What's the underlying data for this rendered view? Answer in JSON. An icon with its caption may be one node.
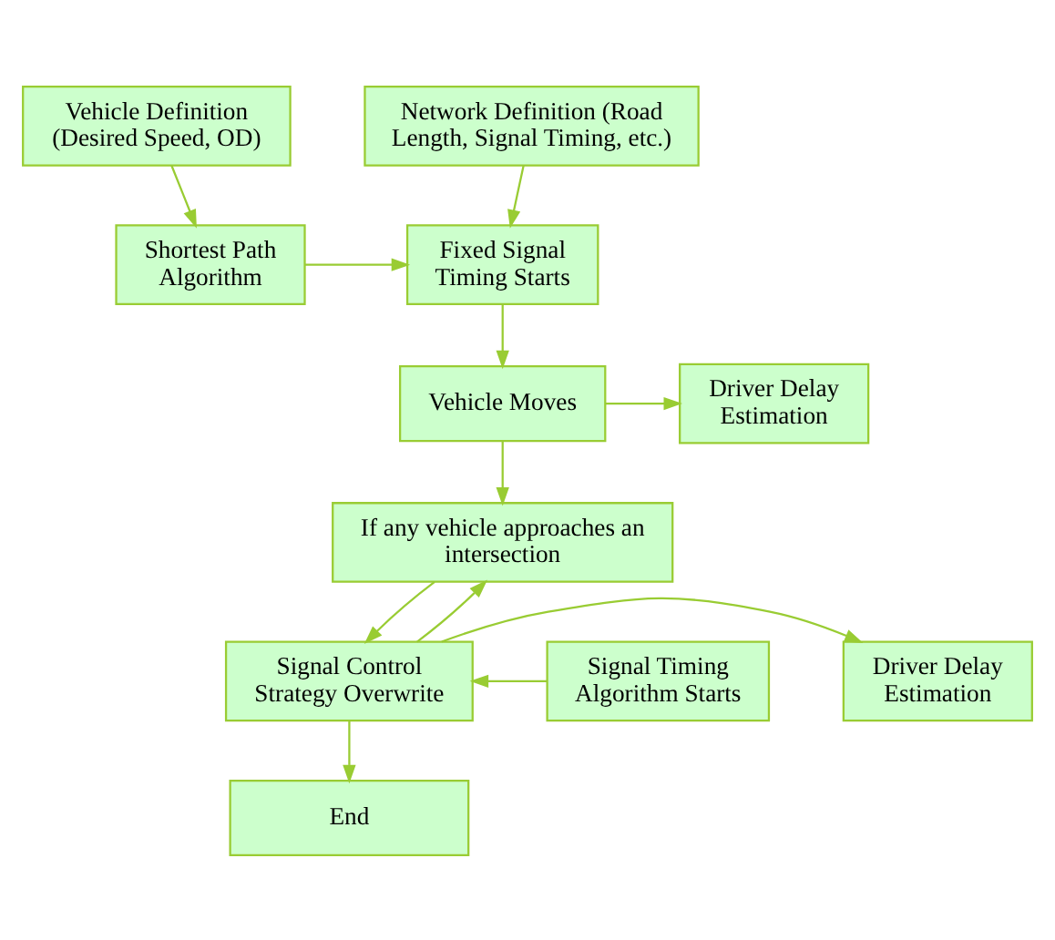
{
  "diagram": {
    "nodes": [
      {
        "text": [
          "Network Definition (Road Length, Signal Timing, etc.)"
        ]
      },
      {
        "text": [
          "Vehicle Definition (Desired Speed, OD)"
        ]
      },
      {
        "text": [
          "Fixed Signal Timing Starts"
        ]
      },
      {
        "text": [
          "Shortest Path Algorithm"
        ]
      },
      {
        "text": [
          "Driver Delay Estimation"
        ]
      },
      {
        "text": [
          "Vehicle Moves"
        ]
      },
      {
        "text": [
          "If any vehicle approaches an intersection"
        ]
      },
      {
        "text": [
          "Signal Timing Algorithm Starts"
        ]
      },
      {
        "text": [
          "Driver Delay Estimation"
        ]
      },
      {
        "text": [
          "Signal Control Strategy Overwrite"
        ]
      },
      {
        "text": [
          "End"
        ]
      }
    ],
    "edges": [
      {
        "from": 0,
        "to": 2,
        "arrow": "to"
      },
      {
        "from": 1,
        "to": 3,
        "arrow": "to"
      },
      {
        "from": 3,
        "to": 2,
        "arrow": "to"
      },
      {
        "from": 2,
        "to": 5,
        "arrow": "to"
      },
      {
        "from": 5,
        "to": 4,
        "arrow": "to"
      },
      {
        "from": 5,
        "to": 6,
        "arrow": "to"
      },
      {
        "from": 6,
        "to": 9,
        "arrow": "to"
      },
      {
        "from": 7,
        "to": 9,
        "arrow": "to"
      },
      {
        "from": 9,
        "to": 8,
        "arrow": "to"
      },
      {
        "from": 9,
        "to": 10,
        "arrow": "to"
      },
      {
        "from": 9,
        "to": 6,
        "arrow": "to"
      }
    ]
  }
}
